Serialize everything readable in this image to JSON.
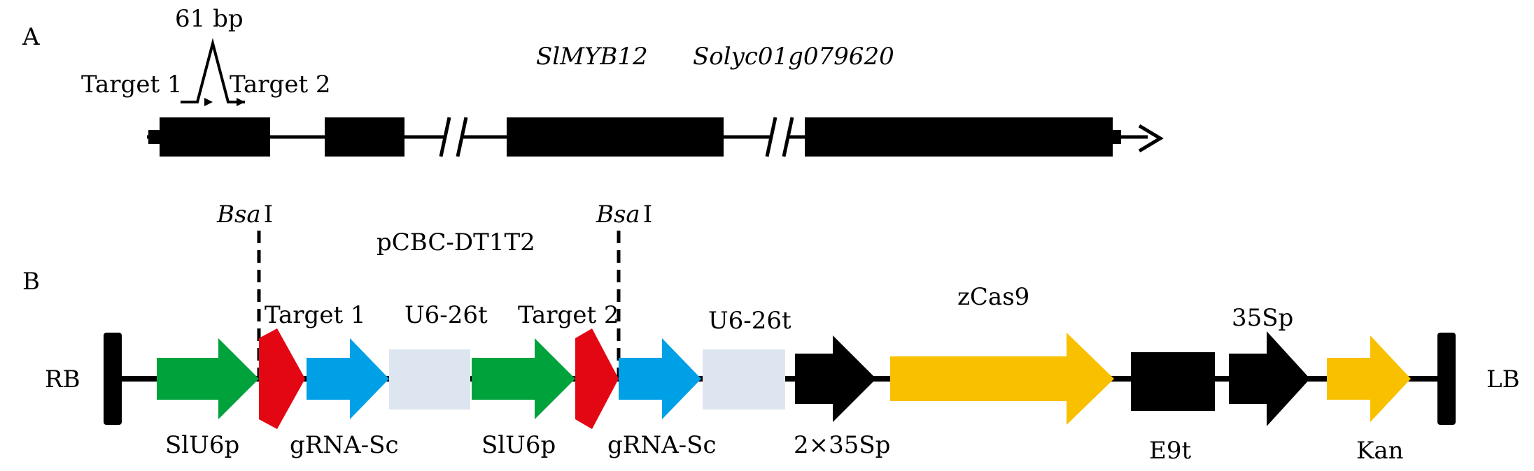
{
  "panel_a": {
    "label": "A",
    "deletion_label": "61 bp",
    "target1_label": "Target 1",
    "target2_label": "Target 2",
    "gene_name": "SlMYB12",
    "gene_id": "Solyc01g079620"
  },
  "panel_b": {
    "label": "B",
    "bsa1_italic": "Bsa",
    "bsa1_roman": "Ⅰ",
    "bsa2_italic": "Bsa",
    "bsa2_roman": "Ⅰ",
    "plasmid_label": "pCBC-DT1T2",
    "rb_label": "RB",
    "lb_label": "LB",
    "top_labels": {
      "target1": "Target 1",
      "u6_26t_1": "U6-26t",
      "target2": "Target 2",
      "u6_26t_2": "U6-26t",
      "zcas9": "zCas9",
      "p35s": "35Sp"
    },
    "bottom_labels": {
      "slu6p_1": "SlU6p",
      "grna_sc_1": "gRNA-Sc",
      "slu6p_2": "SlU6p",
      "grna_sc_2": "gRNA-Sc",
      "p2x35s": "2×35Sp",
      "e9t": "E9t",
      "kan": "Kan"
    }
  },
  "colors": {
    "green": "#00a23c",
    "red": "#e30613",
    "blue": "#00a0e6",
    "pale": "#dde6f0",
    "yellow": "#f9c000",
    "black": "#000000"
  }
}
